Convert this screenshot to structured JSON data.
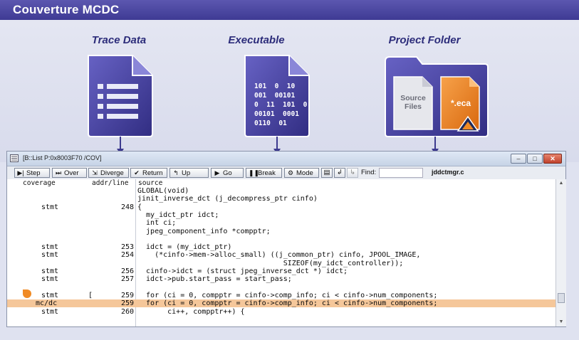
{
  "banner": {
    "title": "Couverture MCDC"
  },
  "sources": {
    "trace": {
      "label": "Trace Data"
    },
    "exec": {
      "label": "Executable",
      "binary": [
        "101  0  10",
        "001  00101",
        "0  11  101  0",
        "00101  0001",
        "0110  01"
      ]
    },
    "project": {
      "label": "Project Folder",
      "source_files": "Source\nFiles",
      "eca": "*.eca"
    }
  },
  "window": {
    "title": "[B::List P:0x8003F70 /COV]",
    "minimize": "–",
    "maximize": "□",
    "close": "✕"
  },
  "toolbar": {
    "step": "Step",
    "over": "Over",
    "diverge": "Diverge",
    "return": "Return",
    "up": "Up",
    "go": "Go",
    "break": "Break",
    "mode": "Mode",
    "find_label": "Find:",
    "find_value": "",
    "file": "jddctmgr.c"
  },
  "columns": {
    "coverage": "coverage",
    "addr_line": "addr/line",
    "source": "source"
  },
  "rows": [
    {
      "cov": "",
      "line": "",
      "src": "GLOBAL(void)"
    },
    {
      "cov": "",
      "line": "",
      "src": "jinit_inverse_dct (j_decompress_ptr cinfo)"
    },
    {
      "cov": "stmt",
      "line": "248",
      "src": "{"
    },
    {
      "cov": "",
      "line": "",
      "src": "  my_idct_ptr idct;"
    },
    {
      "cov": "",
      "line": "",
      "src": "  int ci;"
    },
    {
      "cov": "",
      "line": "",
      "src": "  jpeg_component_info *compptr;"
    },
    {
      "cov": "",
      "line": "",
      "src": ""
    },
    {
      "cov": "stmt",
      "line": "253",
      "src": "  idct = (my_idct_ptr)"
    },
    {
      "cov": "stmt",
      "line": "254",
      "src": "    (*cinfo->mem->alloc_small) ((j_common_ptr) cinfo, JPOOL_IMAGE,"
    },
    {
      "cov": "",
      "line": "",
      "src": "                                  SIZEOF(my_idct_controller));"
    },
    {
      "cov": "stmt",
      "line": "256",
      "src": "  cinfo->idct = (struct jpeg_inverse_dct *) idct;"
    },
    {
      "cov": "stmt",
      "line": "257",
      "src": "  idct->pub.start_pass = start_pass;"
    },
    {
      "cov": "",
      "line": "",
      "src": ""
    },
    {
      "cov": "stmt",
      "line": "259",
      "src": "  for (ci = 0, compptr = cinfo->comp_info; ci < cinfo->num_components;"
    },
    {
      "cov": "mc/dc",
      "line": "259",
      "src": "  for (ci = 0, compptr = cinfo->comp_info; ci < cinfo->num_components;"
    },
    {
      "cov": "stmt",
      "line": "260",
      "src": "       ci++, compptr++) {"
    }
  ],
  "bracket": "[",
  "colors": {
    "banner": "#3e3a94",
    "icon": "#3d3a8f",
    "highlight": "#f5c79a",
    "eca": "#f08a24",
    "marker": "#f08a24"
  }
}
